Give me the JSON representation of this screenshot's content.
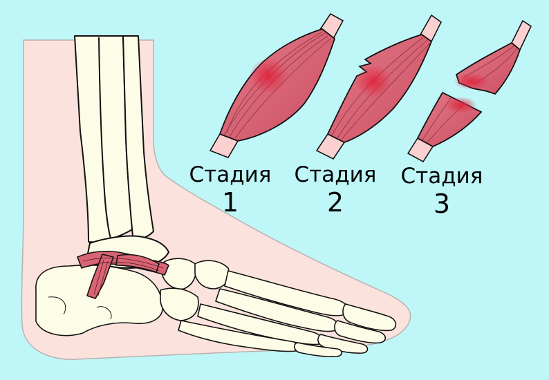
{
  "stages": [
    {
      "word": "Стадия",
      "number": "1"
    },
    {
      "word": "Стадия",
      "number": "2"
    },
    {
      "word": "Стадия",
      "number": "3"
    }
  ],
  "colors": {
    "background": "#bff7f9",
    "skin": "#fbe2dd",
    "bone": "#fdfce6",
    "muscle": "#d96473",
    "muscle_dark": "#b83c4e",
    "tendon": "#fbd0d0",
    "outline": "#111111"
  }
}
